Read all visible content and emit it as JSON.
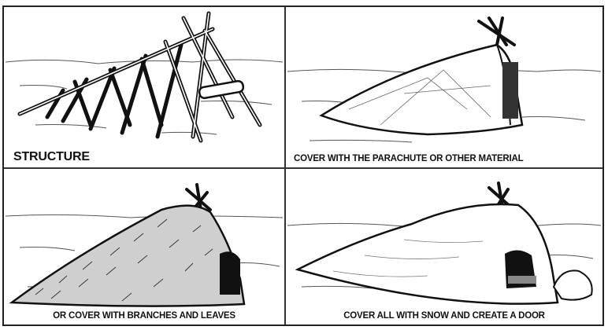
{
  "panels": [
    {
      "id": "structure",
      "caption": "STRUCTURE"
    },
    {
      "id": "parachute",
      "caption": "COVER WITH THE PARACHUTE OR OTHER MATERIAL"
    },
    {
      "id": "branches",
      "caption": "OR COVER WITH BRANCHES AND LEAVES"
    },
    {
      "id": "snow",
      "caption": "COVER ALL WITH SNOW AND CREATE A DOOR"
    }
  ]
}
